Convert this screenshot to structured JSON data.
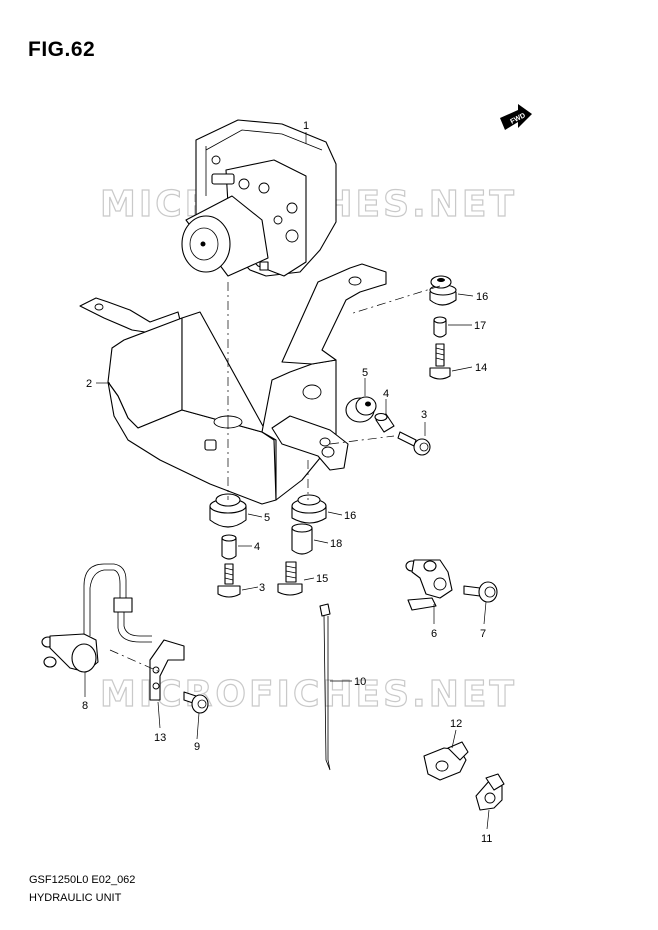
{
  "figure_title": "FIG.62",
  "watermark": "MICROFICHES.NET",
  "fwd_label": "FWD",
  "footer": {
    "code": "GSF1250L0 E02_062",
    "name": "HYDRAULIC UNIT"
  },
  "callouts": {
    "c1": "1",
    "c2": "2",
    "c3a": "3",
    "c3b": "3",
    "c4a": "4",
    "c4b": "4",
    "c5a": "5",
    "c5b": "5",
    "c6": "6",
    "c7": "7",
    "c8": "8",
    "c9": "9",
    "c10": "10",
    "c11": "11",
    "c12": "12",
    "c13": "13",
    "c14": "14",
    "c15": "15",
    "c16a": "16",
    "c16b": "16",
    "c17": "17",
    "c18": "18"
  }
}
